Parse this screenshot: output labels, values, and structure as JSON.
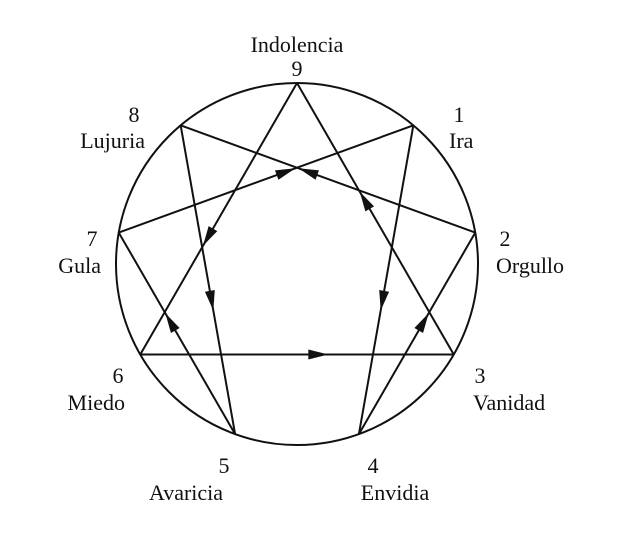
{
  "nodes": [
    {
      "id": 9,
      "number": "9",
      "name": "Indolencia"
    },
    {
      "id": 1,
      "number": "1",
      "name": "Ira"
    },
    {
      "id": 2,
      "number": "2",
      "name": "Orgullo"
    },
    {
      "id": 3,
      "number": "3",
      "name": "Vanidad"
    },
    {
      "id": 4,
      "number": "4",
      "name": "Envidia"
    },
    {
      "id": 5,
      "number": "5",
      "name": "Avaricia"
    },
    {
      "id": 6,
      "number": "6",
      "name": "Miedo"
    },
    {
      "id": 7,
      "number": "7",
      "name": "Gula"
    },
    {
      "id": 8,
      "number": "8",
      "name": "Lujuria"
    }
  ],
  "edges": [
    {
      "from": 9,
      "to": 6
    },
    {
      "from": 6,
      "to": 3
    },
    {
      "from": 3,
      "to": 9
    },
    {
      "from": 1,
      "to": 4
    },
    {
      "from": 4,
      "to": 2
    },
    {
      "from": 2,
      "to": 8
    },
    {
      "from": 8,
      "to": 5
    },
    {
      "from": 5,
      "to": 7
    },
    {
      "from": 7,
      "to": 1
    }
  ],
  "colors": {
    "ink": "#111111",
    "background": "#ffffff"
  }
}
